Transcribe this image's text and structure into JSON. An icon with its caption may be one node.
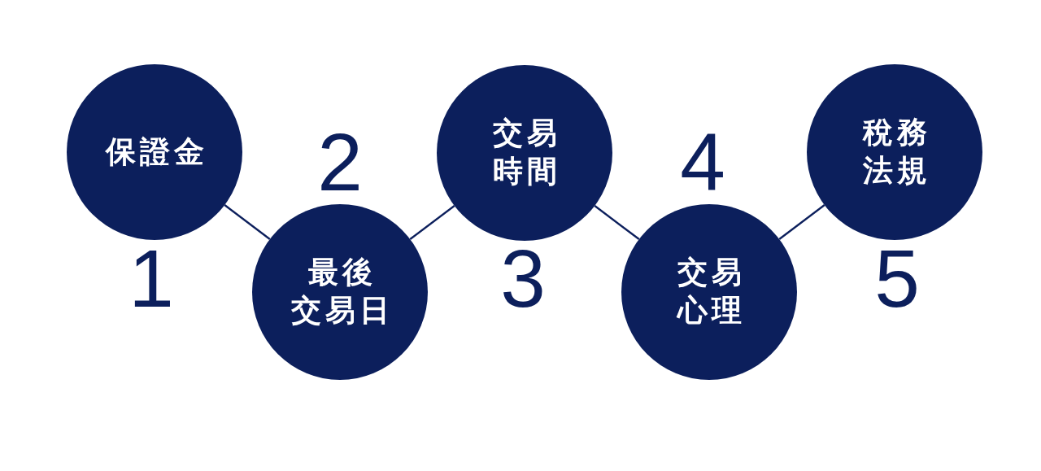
{
  "diagram": {
    "nodes": [
      {
        "text": [
          "保證金"
        ],
        "beside": [
          "1"
        ]
      },
      {
        "text": [
          "最後交易日"
        ],
        "beside": [
          "2"
        ]
      },
      {
        "text": [
          "交易時間"
        ],
        "beside": [
          "3"
        ]
      },
      {
        "text": [
          "交易心理"
        ],
        "beside": [
          "4"
        ]
      },
      {
        "text": [
          "稅務法規"
        ],
        "beside": [
          "5"
        ]
      }
    ],
    "edges": [
      {
        "from": 0,
        "to": 1,
        "arrow": "none"
      },
      {
        "from": 1,
        "to": 2,
        "arrow": "none"
      },
      {
        "from": 2,
        "to": 3,
        "arrow": "none"
      },
      {
        "from": 3,
        "to": 4,
        "arrow": "none"
      }
    ]
  }
}
